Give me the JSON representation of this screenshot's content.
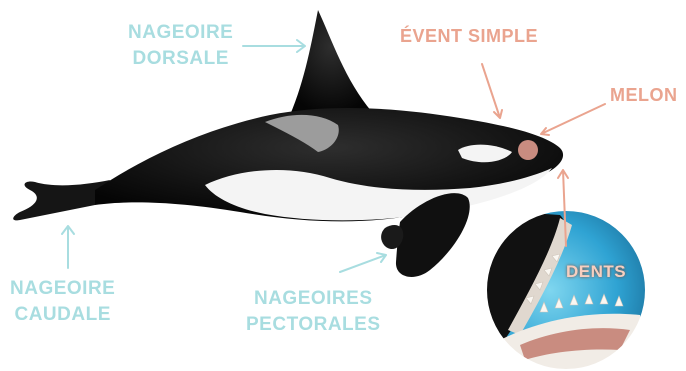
{
  "diagram": {
    "subject": "orca-anatomy",
    "colors": {
      "fin_labels": "#a8dde0",
      "head_labels": "#eaa48f",
      "body_black": "#0d0d0d",
      "saddle_grey": "#9c9c9c",
      "belly_white": "#f4f4f4",
      "melon_dot": "#c98c80",
      "water": "#3aa9d8"
    },
    "labels": {
      "dorsal_fin": {
        "line1": "NAGEOIRE",
        "line2": "DORSALE"
      },
      "blowhole": "ÉVENT SIMPLE",
      "melon": "MELON",
      "tail_fin": {
        "line1": "NAGEOIRE",
        "line2": "CAUDALE"
      },
      "pectoral_fins": {
        "line1": "NAGEOIRES",
        "line2": "PECTORALES"
      },
      "teeth": "DENTS"
    }
  }
}
